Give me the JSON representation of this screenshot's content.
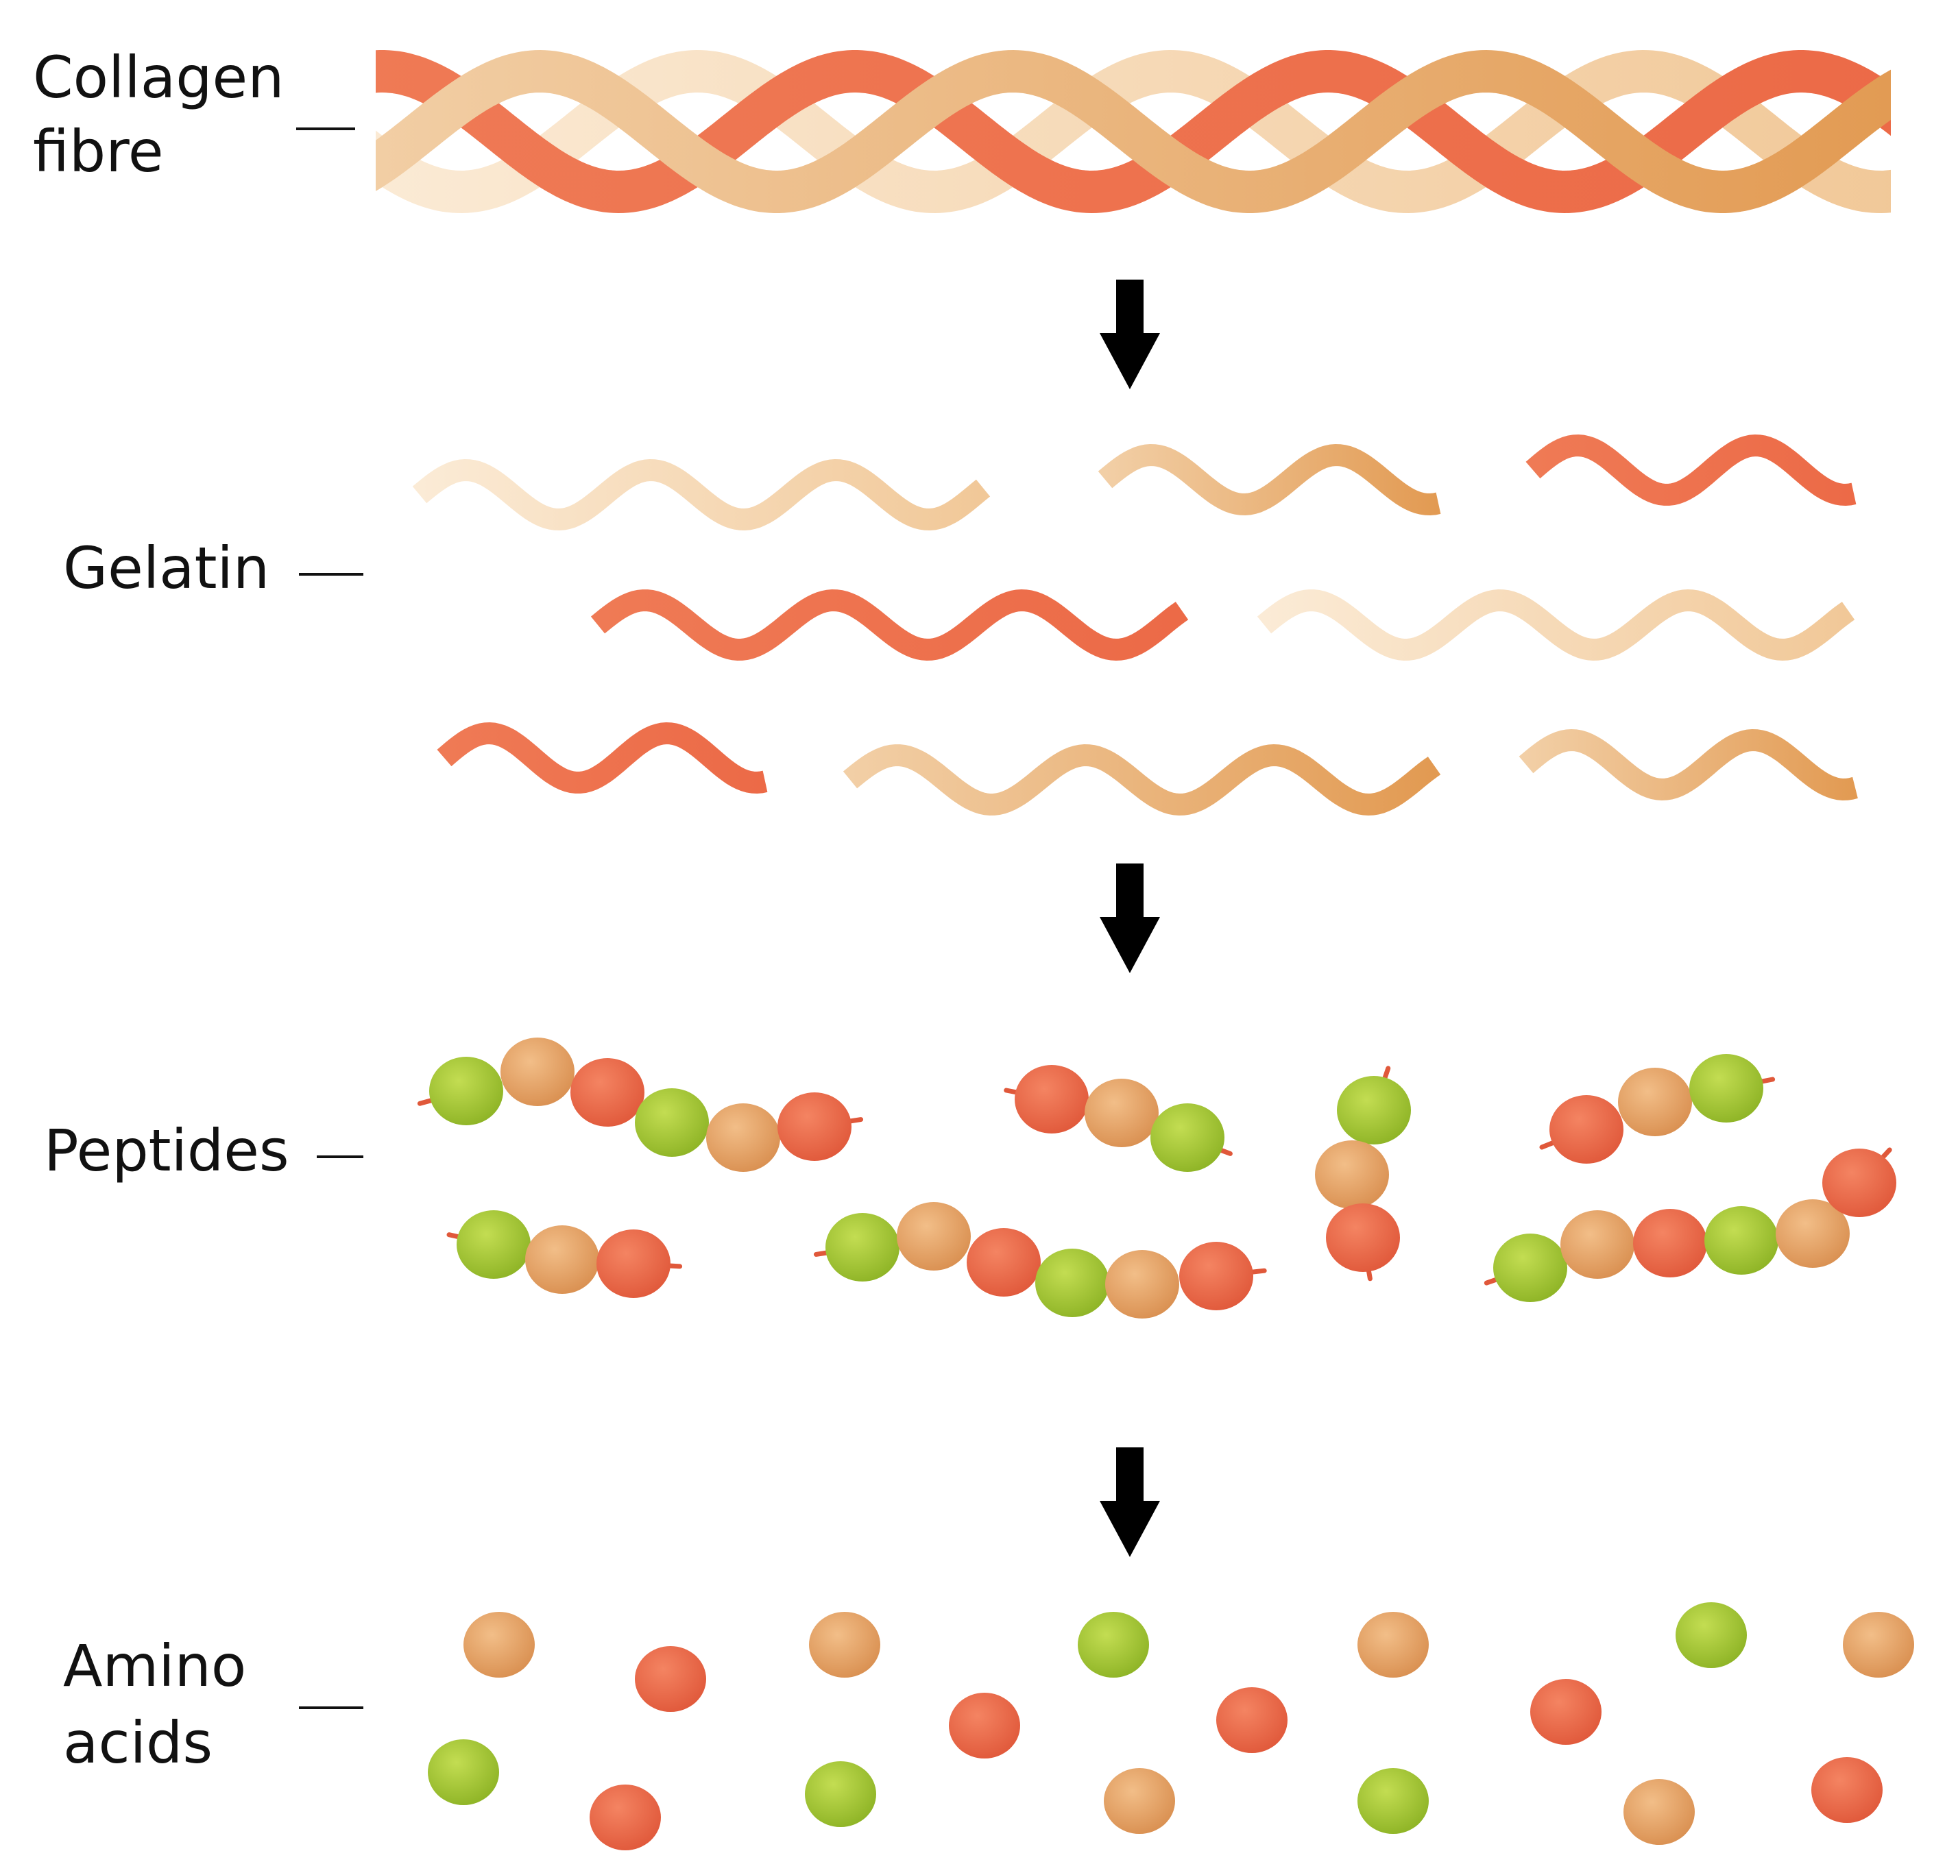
{
  "labels": {
    "collagen_line1": "Collagen",
    "collagen_line2": "fibre",
    "gelatin": "Gelatin",
    "peptides": "Peptides",
    "amino_line1": "Amino",
    "amino_line2": "acids"
  },
  "colors": {
    "cream": "#F6D9B2",
    "tan": "#E7AE6E",
    "coral": "#EE7551",
    "green": "#A8CA33",
    "peach": "#E8A66D",
    "red": "#EA6A48",
    "arrow": "#000000"
  }
}
